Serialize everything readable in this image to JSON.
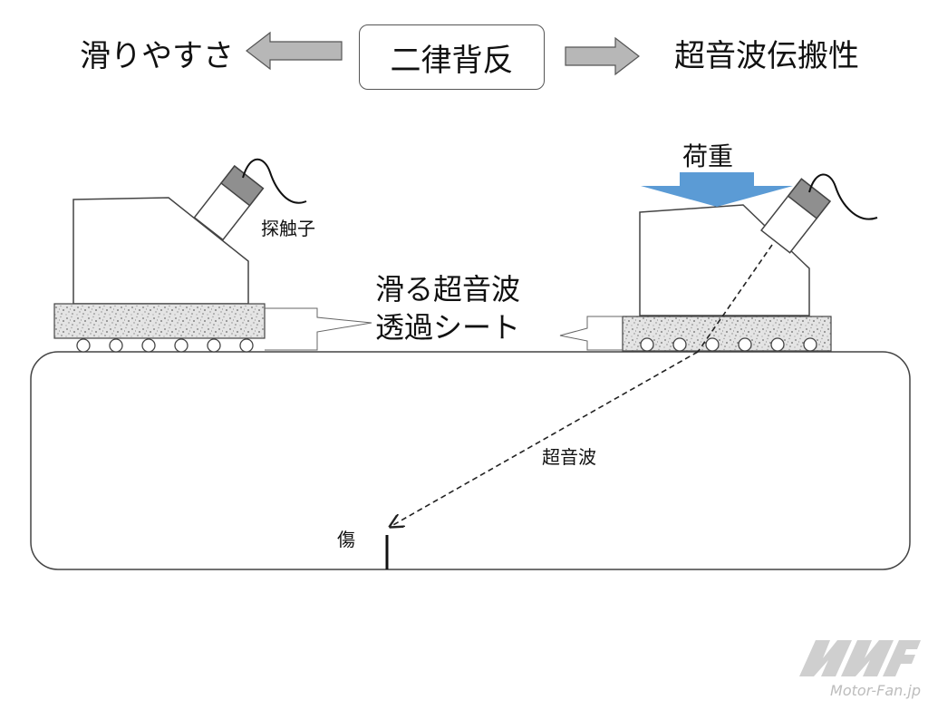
{
  "header": {
    "left_label": "滑りやすさ",
    "center_label": "二律背反",
    "right_label": "超音波伝搬性"
  },
  "labels": {
    "probe": "探触子",
    "sheet_line1": "滑る超音波",
    "sheet_line2": "透過シート",
    "load": "荷重",
    "ultrasound": "超音波",
    "flaw": "傷"
  },
  "colors": {
    "arrow_fill": "#b7b7b7",
    "load_arrow": "#5b9bd5",
    "sheet_fill": "#d9d9d9",
    "outline": "#444444"
  },
  "watermark": {
    "site": "Motor-Fan.jp"
  }
}
